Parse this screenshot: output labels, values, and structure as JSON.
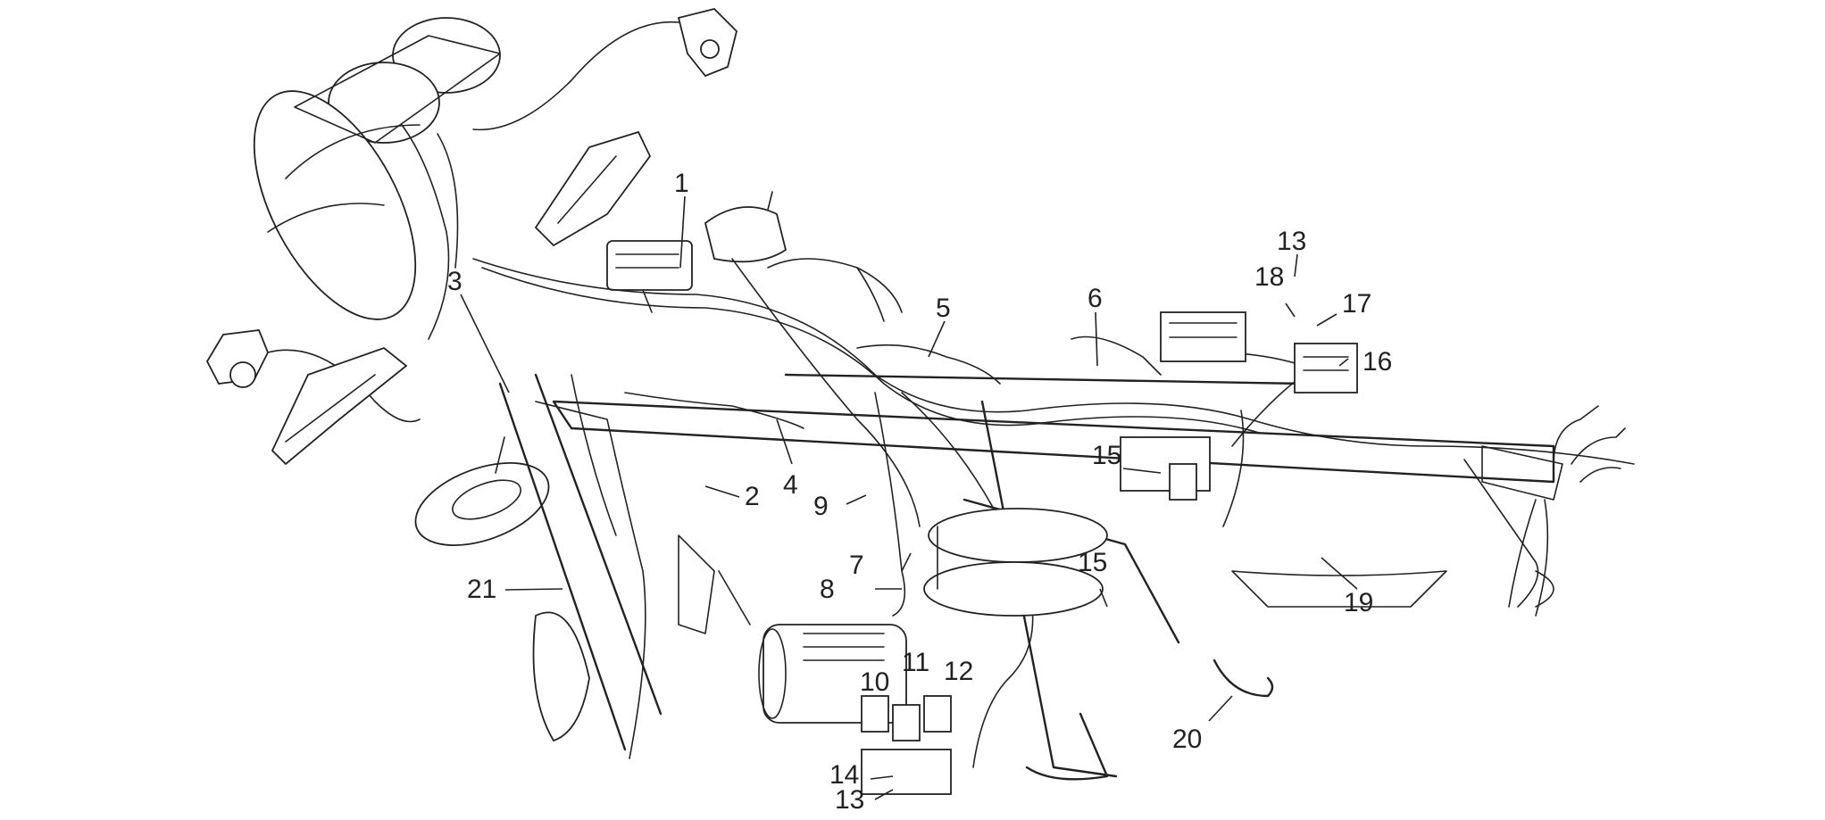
{
  "callouts": [
    {
      "id": "1",
      "text": "1"
    },
    {
      "id": "2",
      "text": "2"
    },
    {
      "id": "3",
      "text": "3"
    },
    {
      "id": "4",
      "text": "4"
    },
    {
      "id": "5",
      "text": "5"
    },
    {
      "id": "6",
      "text": "6"
    },
    {
      "id": "7",
      "text": "7"
    },
    {
      "id": "8",
      "text": "8"
    },
    {
      "id": "9",
      "text": "9"
    },
    {
      "id": "10",
      "text": "10"
    },
    {
      "id": "11",
      "text": "11"
    },
    {
      "id": "12",
      "text": "12"
    },
    {
      "id": "13a",
      "text": "13"
    },
    {
      "id": "13b",
      "text": "13"
    },
    {
      "id": "14",
      "text": "14"
    },
    {
      "id": "15a",
      "text": "15"
    },
    {
      "id": "15b",
      "text": "15"
    },
    {
      "id": "16",
      "text": "16"
    },
    {
      "id": "17",
      "text": "17"
    },
    {
      "id": "18",
      "text": "18"
    },
    {
      "id": "19",
      "text": "19"
    },
    {
      "id": "20",
      "text": "20"
    },
    {
      "id": "21",
      "text": "21"
    }
  ],
  "colors": {
    "ink": "#222222",
    "paper": "#ffffff"
  }
}
